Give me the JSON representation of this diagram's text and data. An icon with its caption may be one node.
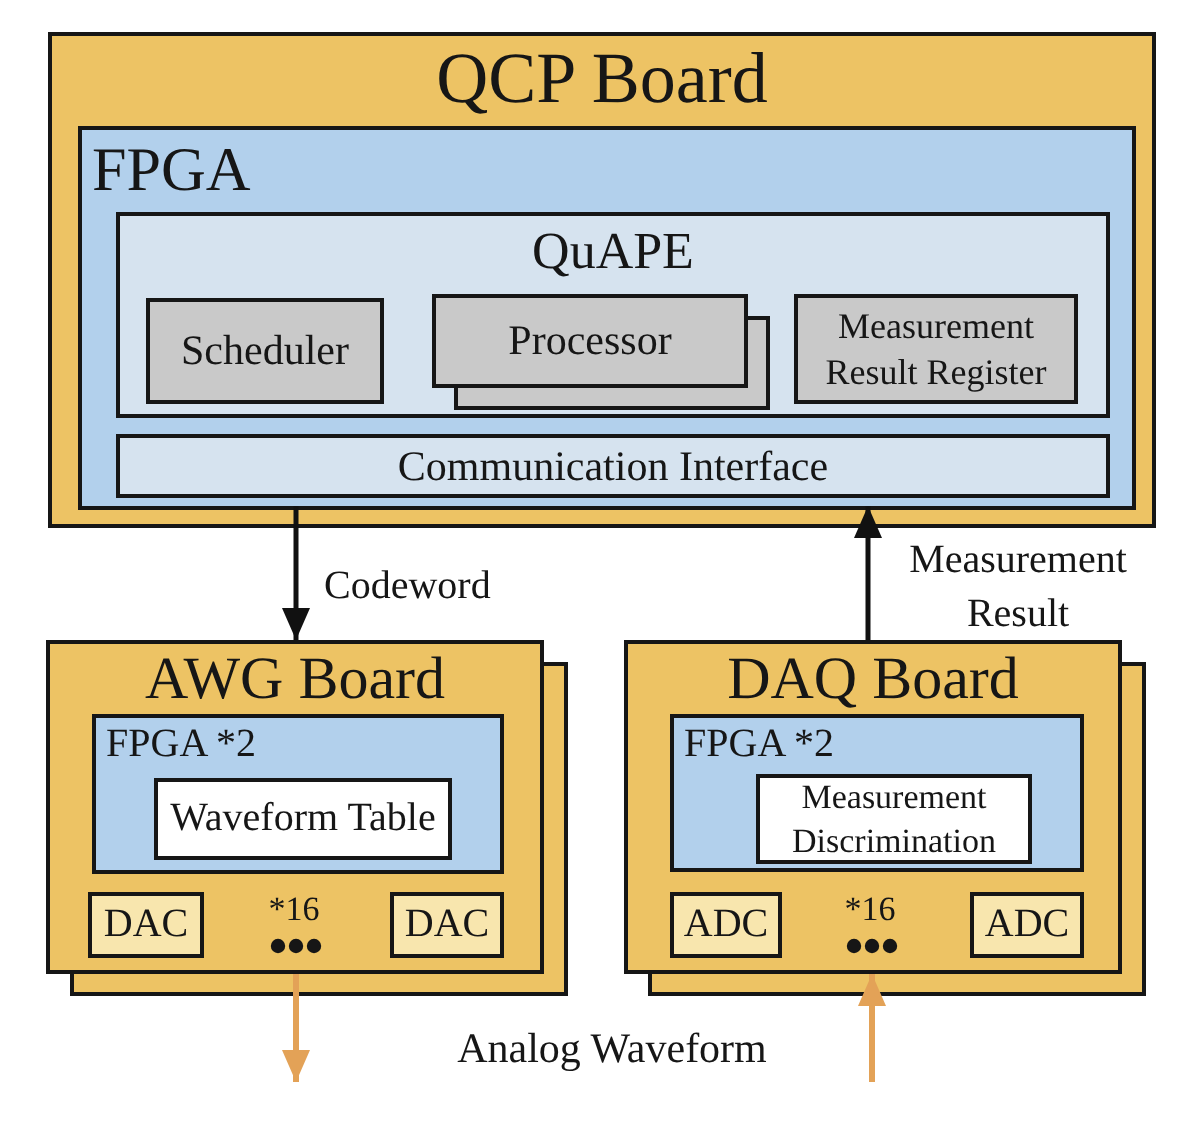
{
  "diagram": {
    "nodes": [
      {
        "text": [
          "QCP Board"
        ]
      },
      {
        "text": [
          "FPGA"
        ],
        "in": 0
      },
      {
        "text": [
          "QuAPE"
        ],
        "in": 1
      },
      {
        "text": [
          "Scheduler"
        ],
        "in": 2
      },
      {
        "text": [
          "Processor"
        ],
        "in": 2
      },
      {
        "text": [
          "Measurement Result Register"
        ],
        "in": 2
      },
      {
        "text": [
          "Communication Interface"
        ],
        "in": 1
      },
      {
        "text": [
          "AWG Board"
        ]
      },
      {
        "text": [
          "FPGA *2"
        ],
        "in": 7
      },
      {
        "text": [
          "Waveform Table"
        ],
        "in": 8
      },
      {
        "text": [
          "DAC"
        ],
        "in": 7
      },
      {
        "text": [
          "DAC"
        ],
        "in": 7
      },
      {
        "text": [
          "DAQ Board"
        ]
      },
      {
        "text": [
          "FPGA *2"
        ],
        "in": 12
      },
      {
        "text": [
          "Measurement Discrimination"
        ],
        "in": 13
      },
      {
        "text": [
          "ADC"
        ],
        "in": 12
      },
      {
        "text": [
          "ADC"
        ],
        "in": 12
      }
    ],
    "edges": [
      {
        "from": 1,
        "to": 7,
        "arrow": "to",
        "label": "Codeword"
      },
      {
        "from": 12,
        "to": 1,
        "arrow": "to",
        "label": "Measurement Result"
      },
      {
        "from": 7,
        "to": null,
        "arrow": "to",
        "color": "#e3a257"
      },
      {
        "from": null,
        "to": 12,
        "arrow": "to",
        "color": "#e3a257"
      }
    ],
    "labels": [
      "*16",
      "*16",
      "Analog Waveform"
    ]
  }
}
